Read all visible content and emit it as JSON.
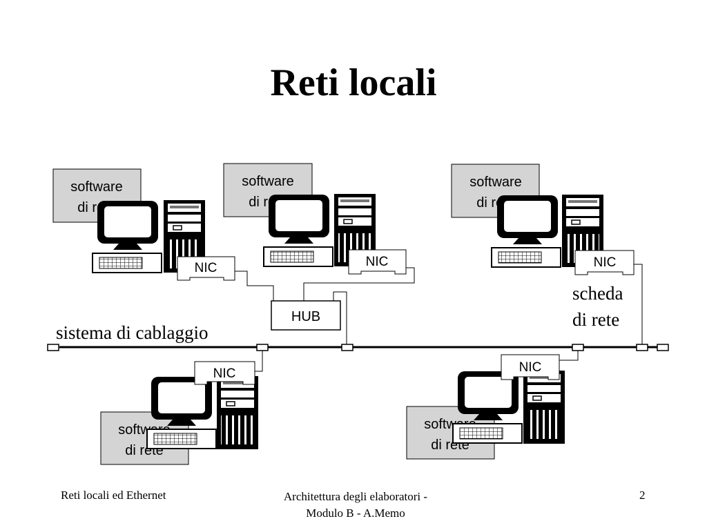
{
  "slide": {
    "title": "Reti locali"
  },
  "labels": {
    "software": "software",
    "di_rete": "di rete",
    "nic": "NIC",
    "hub": "HUB",
    "cabling": "sistema di cablaggio",
    "scheda": "scheda",
    "di_rete_serif": "di rete"
  },
  "footer": {
    "left": "Reti locali ed Ethernet",
    "center_line1": "Architettura degli elaboratori -",
    "center_line2": "Modulo B - A.Memo",
    "page": "2"
  },
  "colors": {
    "software_box": "#d4d4d4",
    "line": "#000000",
    "background": "#ffffff"
  },
  "icons": [
    "computer-monitor-icon",
    "computer-tower-icon",
    "keyboard-icon",
    "network-card-icon",
    "hub-icon",
    "terminator-icon",
    "t-connector-icon"
  ]
}
